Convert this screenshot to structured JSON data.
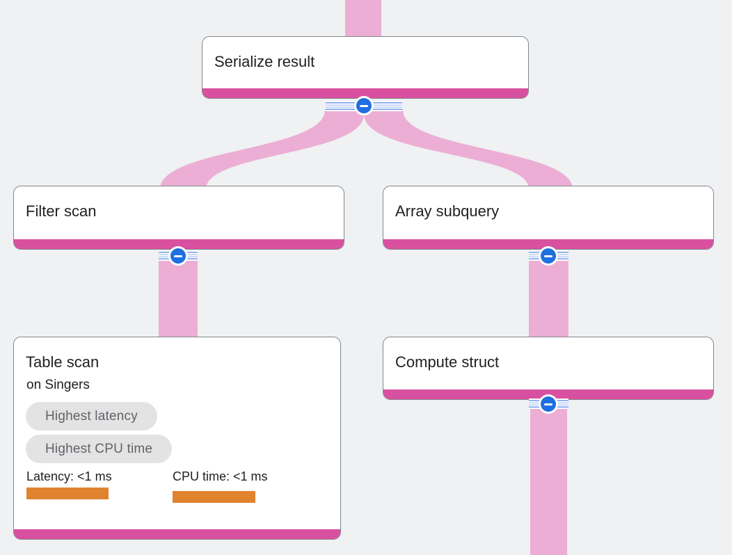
{
  "diagram": {
    "kind": "query-execution-plan",
    "nodes": [
      {
        "id": "serialize-result",
        "title": "Serialize result"
      },
      {
        "id": "filter-scan",
        "title": "Filter scan"
      },
      {
        "id": "array-subquery",
        "title": "Array subquery"
      },
      {
        "id": "table-scan",
        "title": "Table scan",
        "subtitle": "on Singers",
        "badges": [
          "Highest latency",
          "Highest CPU time"
        ],
        "metrics": [
          {
            "label": "Latency: <1 ms"
          },
          {
            "label": "CPU time: <1 ms"
          }
        ]
      },
      {
        "id": "compute-struct",
        "title": "Compute struct"
      }
    ],
    "edges": [
      {
        "from": "offscreen-top",
        "to": "serialize-result"
      },
      {
        "from": "serialize-result",
        "to": "filter-scan"
      },
      {
        "from": "serialize-result",
        "to": "array-subquery"
      },
      {
        "from": "filter-scan",
        "to": "table-scan"
      },
      {
        "from": "array-subquery",
        "to": "compute-struct"
      },
      {
        "from": "compute-struct",
        "to": "offscreen-bottom"
      }
    ],
    "collapse_buttons": [
      {
        "node": "serialize-result",
        "state": "expanded",
        "glyph": "minus"
      },
      {
        "node": "filter-scan",
        "state": "expanded",
        "glyph": "minus"
      },
      {
        "node": "array-subquery",
        "state": "expanded",
        "glyph": "minus"
      },
      {
        "node": "compute-struct",
        "state": "expanded",
        "glyph": "minus"
      }
    ]
  },
  "colors": {
    "background": "#eff1f3",
    "ribbon": "#ecaed4",
    "accent_bar": "#d8509f",
    "node_bg": "#ffffff",
    "node_border": "#83878b",
    "text": "#202124",
    "button_blue": "#1f6fe0",
    "rail_dark": "#6f9af0",
    "rail_light": "#b9cbf8",
    "badge_bg": "#e3e3e4",
    "badge_text": "#5f6368",
    "metric_bar": "#e0832f"
  }
}
